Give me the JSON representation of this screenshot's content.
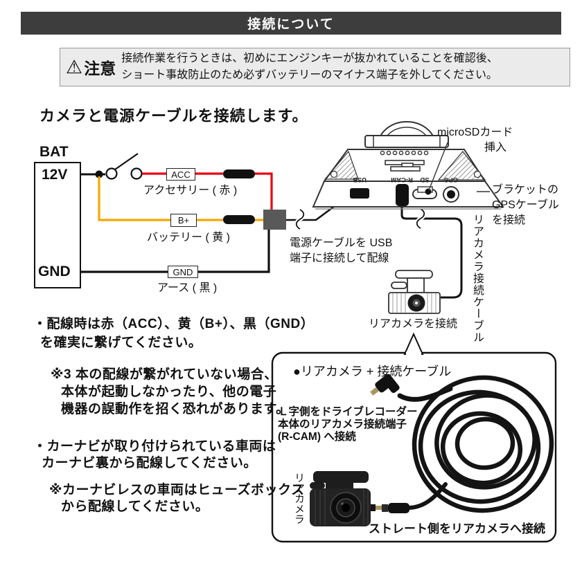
{
  "page": {
    "title": "接続について"
  },
  "warning": {
    "icon": "⚠",
    "label": "注意",
    "line1": "接続作業を行うときは、初めにエンジンキーが抜かれていることを確認後、",
    "line2": "ショート事故防止のため必ずバッテリーのマイナス端子を外してください。"
  },
  "heading": "カメラと電源ケーブルを接続します。",
  "diagram": {
    "battery": {
      "title": "BAT",
      "positive": "12V",
      "ground": "GND"
    },
    "acc_tag": "ACC",
    "acc_label": "アクセサリー ( 赤 )",
    "bplus_tag": "B+",
    "bplus_label": "バッテリー ( 黄 )",
    "gnd_tag": "GND",
    "gnd_label": "アース ( 黒 )",
    "ports": {
      "usb": "USB",
      "rcam": "R-CAM",
      "sd": "SD",
      "gps": "GPS"
    },
    "microsd_callout": {
      "line1": "microSDカード",
      "line2": "挿入"
    },
    "gps_callout": {
      "line1": "ブラケットの",
      "line2": "GPSケーブル",
      "line3": "を接続"
    },
    "power_callout": {
      "line1": "電源ケーブルを USB",
      "line2": "端子に接続して配線"
    },
    "rearcam_cable_label": "リアカメラ接続ケーブル",
    "rearcam_connect_label": "リアカメラを接続",
    "colors": {
      "acc_wire": "#e60012",
      "battery_wire": "#f5a800",
      "ground_wire": "#111111",
      "connector": "#595959"
    }
  },
  "notes": [
    [
      "・配線時は赤（ACC）、黄（B+）、黒（GND）",
      "を確実に繋げてください。"
    ],
    [
      "※3 本の配線が繋がれていない場合、",
      "本体が起動しなかったり、他の電子",
      "機器の誤動作を招く恐れがあります。"
    ],
    [
      "・カーナビが取り付けられている車両は",
      "カーナビ裏から配線してください。"
    ],
    [
      "※カーナビレスの車両はヒューズボックス",
      "から配線してください。"
    ]
  ],
  "rearcam_box": {
    "title": "●リアカメラ + 接続ケーブル",
    "l_plug_note": [
      "Ｌ字側をドライブレコーダー",
      "本体のリアカメラ接続端子",
      "(R-CAM) へ接続"
    ],
    "camera_label": "リアカメラ",
    "straight_note": "ストレート側をリアカメラへ接続"
  }
}
